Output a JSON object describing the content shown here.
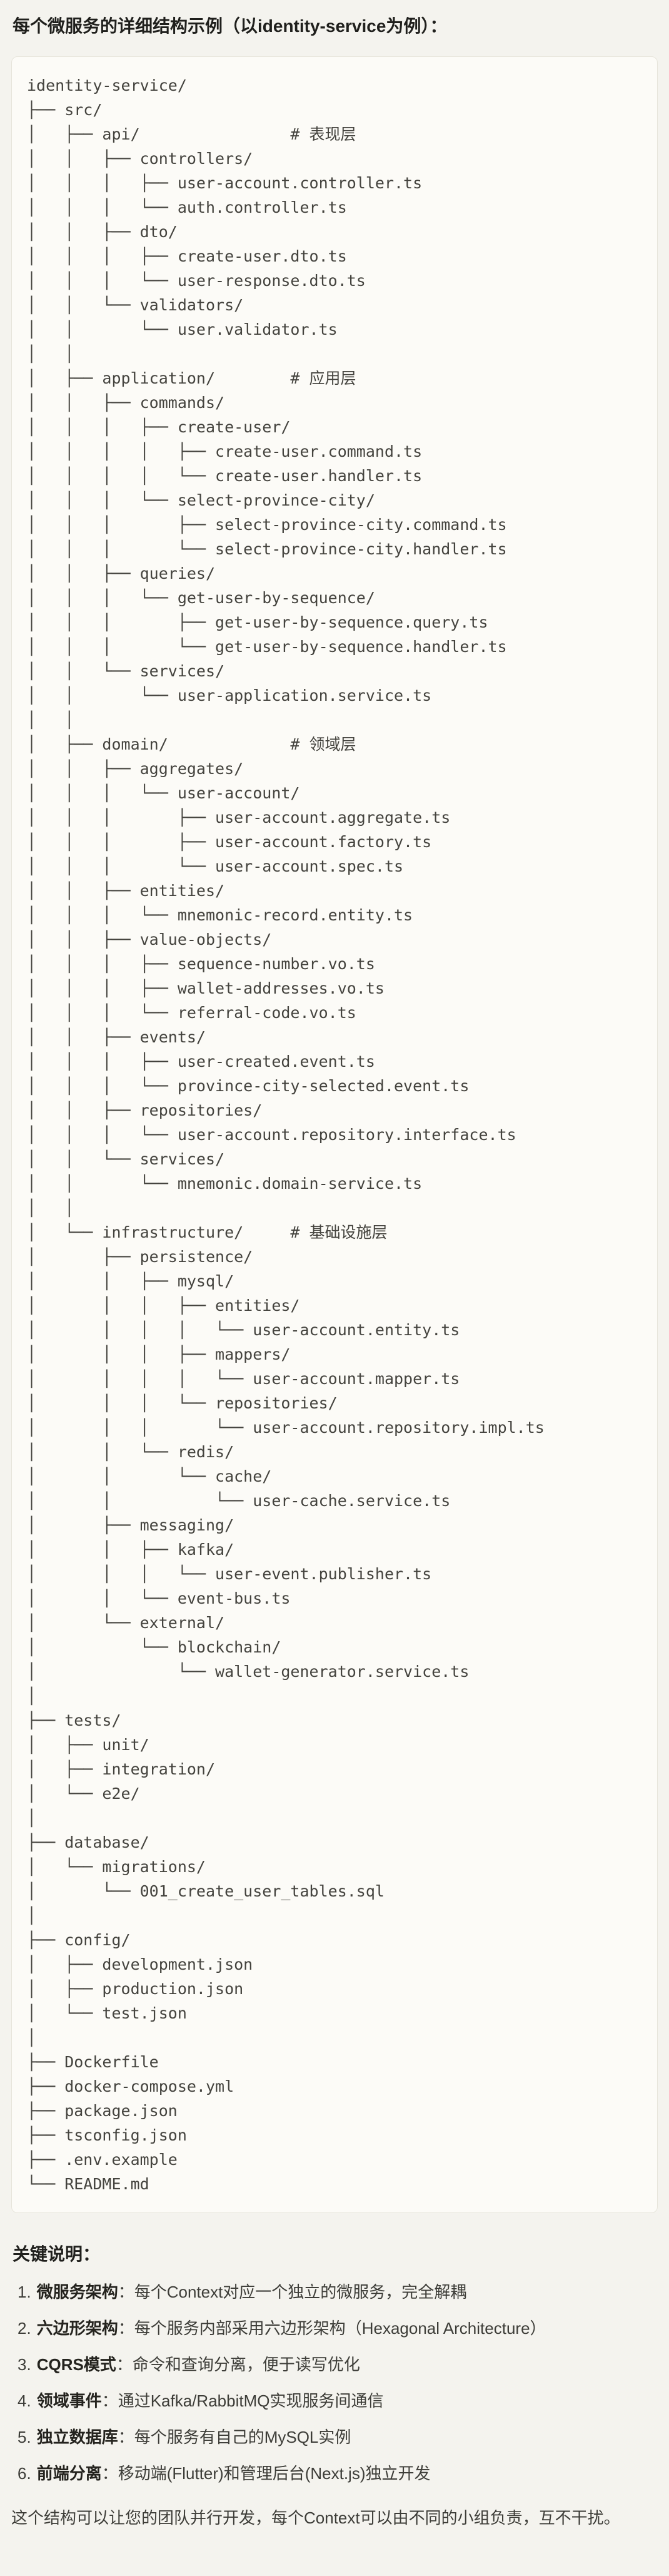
{
  "page": {
    "title": "每个微服务的详细结构示例（以identity-service为例）：",
    "background_color": "#f4f3ee"
  },
  "code_block": {
    "background_color": "#fcfbf7",
    "border_color": "#e7e5db",
    "lines": [
      "identity-service/",
      "├── src/",
      "│   ├── api/                # 表现层",
      "│   │   ├── controllers/",
      "│   │   │   ├── user-account.controller.ts",
      "│   │   │   └── auth.controller.ts",
      "│   │   ├── dto/",
      "│   │   │   ├── create-user.dto.ts",
      "│   │   │   └── user-response.dto.ts",
      "│   │   └── validators/",
      "│   │       └── user.validator.ts",
      "│   │",
      "│   ├── application/        # 应用层",
      "│   │   ├── commands/",
      "│   │   │   ├── create-user/",
      "│   │   │   │   ├── create-user.command.ts",
      "│   │   │   │   └── create-user.handler.ts",
      "│   │   │   └── select-province-city/",
      "│   │   │       ├── select-province-city.command.ts",
      "│   │   │       └── select-province-city.handler.ts",
      "│   │   ├── queries/",
      "│   │   │   └── get-user-by-sequence/",
      "│   │   │       ├── get-user-by-sequence.query.ts",
      "│   │   │       └── get-user-by-sequence.handler.ts",
      "│   │   └── services/",
      "│   │       └── user-application.service.ts",
      "│   │",
      "│   ├── domain/             # 领域层",
      "│   │   ├── aggregates/",
      "│   │   │   └── user-account/",
      "│   │   │       ├── user-account.aggregate.ts",
      "│   │   │       ├── user-account.factory.ts",
      "│   │   │       └── user-account.spec.ts",
      "│   │   ├── entities/",
      "│   │   │   └── mnemonic-record.entity.ts",
      "│   │   ├── value-objects/",
      "│   │   │   ├── sequence-number.vo.ts",
      "│   │   │   ├── wallet-addresses.vo.ts",
      "│   │   │   └── referral-code.vo.ts",
      "│   │   ├── events/",
      "│   │   │   ├── user-created.event.ts",
      "│   │   │   └── province-city-selected.event.ts",
      "│   │   ├── repositories/",
      "│   │   │   └── user-account.repository.interface.ts",
      "│   │   └── services/",
      "│   │       └── mnemonic.domain-service.ts",
      "│   │",
      "│   └── infrastructure/     # 基础设施层",
      "│       ├── persistence/",
      "│       │   ├── mysql/",
      "│       │   │   ├── entities/",
      "│       │   │   │   └── user-account.entity.ts",
      "│       │   │   ├── mappers/",
      "│       │   │   │   └── user-account.mapper.ts",
      "│       │   │   └── repositories/",
      "│       │   │       └── user-account.repository.impl.ts",
      "│       │   └── redis/",
      "│       │       └── cache/",
      "│       │           └── user-cache.service.ts",
      "│       ├── messaging/",
      "│       │   ├── kafka/",
      "│       │   │   └── user-event.publisher.ts",
      "│       │   └── event-bus.ts",
      "│       └── external/",
      "│           └── blockchain/",
      "│               └── wallet-generator.service.ts",
      "│",
      "├── tests/",
      "│   ├── unit/",
      "│   ├── integration/",
      "│   └── e2e/",
      "│",
      "├── database/",
      "│   └── migrations/",
      "│       └── 001_create_user_tables.sql",
      "│",
      "├── config/",
      "│   ├── development.json",
      "│   ├── production.json",
      "│   └── test.json",
      "│",
      "├── Dockerfile",
      "├── docker-compose.yml",
      "├── package.json",
      "├── tsconfig.json",
      "├── .env.example",
      "└── README.md"
    ]
  },
  "notes": {
    "heading": "关键说明：",
    "items": [
      {
        "num": "1.",
        "term": "微服务架构",
        "desc": "：每个Context对应一个独立的微服务，完全解耦"
      },
      {
        "num": "2.",
        "term": "六边形架构",
        "desc": "：每个服务内部采用六边形架构（Hexagonal Architecture）"
      },
      {
        "num": "3.",
        "term": "CQRS模式",
        "desc": "：命令和查询分离，便于读写优化"
      },
      {
        "num": "4.",
        "term": "领域事件",
        "desc": "：通过Kafka/RabbitMQ实现服务间通信"
      },
      {
        "num": "5.",
        "term": "独立数据库",
        "desc": "：每个服务有自己的MySQL实例"
      },
      {
        "num": "6.",
        "term": "前端分离",
        "desc": "：移动端(Flutter)和管理后台(Next.js)独立开发"
      }
    ],
    "footer": "这个结构可以让您的团队并行开发，每个Context可以由不同的小组负责，互不干扰。"
  }
}
